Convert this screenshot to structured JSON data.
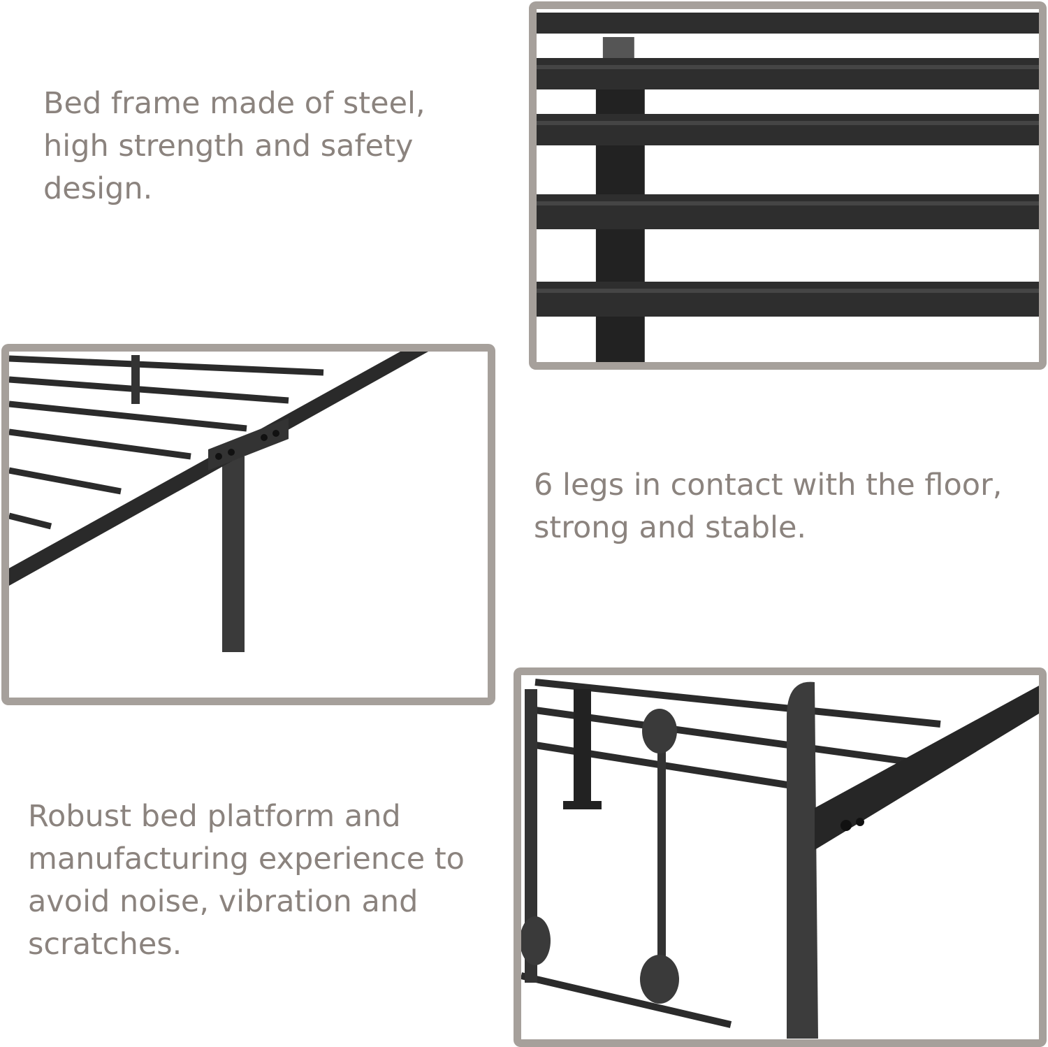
{
  "captions": {
    "steel": "Bed frame made of steel, high strength and safety design.",
    "legs": "6 legs in contact with the floor, strong and stable.",
    "platform": "Robust bed platform and manufacturing experience to avoid noise, vibration and scratches."
  },
  "colors": {
    "text": "#8b837e",
    "frame_border": "#a6a09b",
    "metal": "#2b2b2b"
  },
  "images": [
    {
      "name": "headboard-bars-closeup"
    },
    {
      "name": "side-rail-leg-closeup"
    },
    {
      "name": "footboard-corner-closeup"
    }
  ]
}
